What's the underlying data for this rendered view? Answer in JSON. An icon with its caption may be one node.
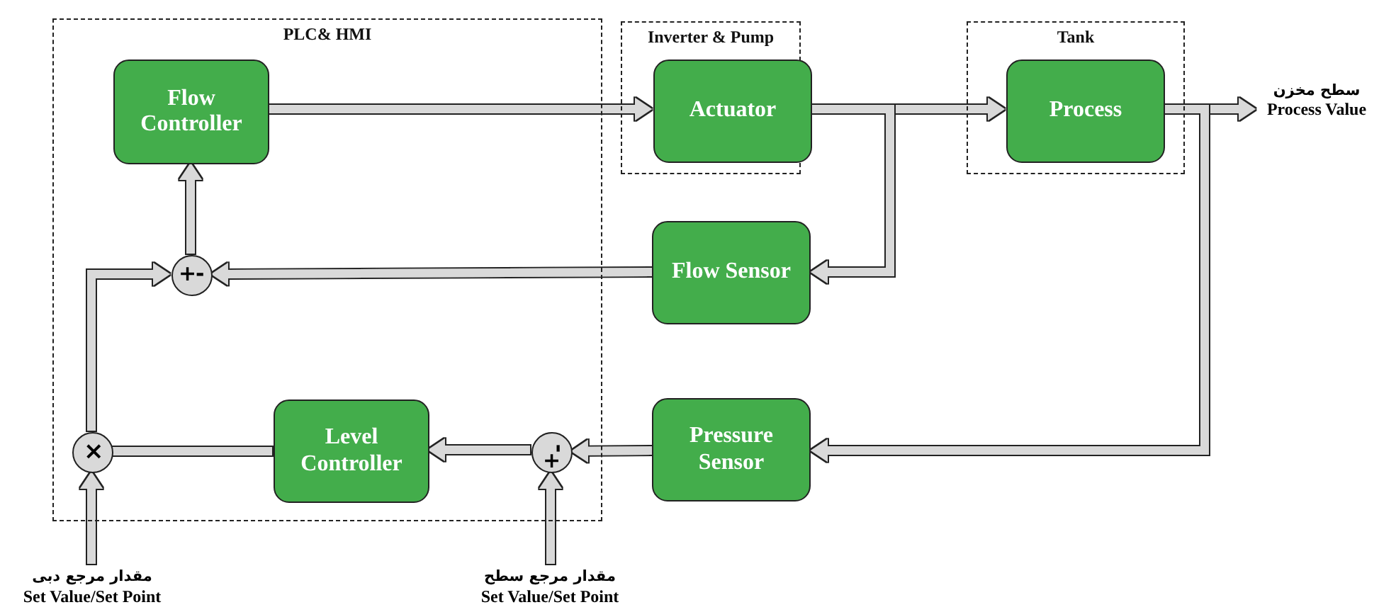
{
  "diagram": {
    "nodes": [
      {
        "text": [
          "PLC& HMI"
        ]
      },
      {
        "text": [
          "Flow Controller"
        ],
        "in": 0
      },
      {
        "text": [
          "+",
          "-"
        ],
        "in": 0
      },
      {
        "text": [
          "×"
        ],
        "in": 0
      },
      {
        "text": [
          "Level Controller"
        ],
        "in": 0
      },
      {
        "text": [
          "+",
          "-"
        ],
        "in": 0
      },
      {
        "text": [
          "Inverter & Pump"
        ]
      },
      {
        "text": [
          "Actuator"
        ],
        "in": 6
      },
      {
        "text": [
          "Tank"
        ]
      },
      {
        "text": [
          "Process"
        ],
        "in": 8
      },
      {
        "text": [
          "Flow Sensor"
        ]
      },
      {
        "text": [
          "Pressure Sensor"
        ]
      },
      {
        "text": [
          "سطح مخزن",
          "Process Value"
        ]
      },
      {
        "text": [
          "مقدار مرجع دبی",
          "Set Value/Set Point"
        ]
      },
      {
        "text": [
          "مقدار مرجع سطح",
          "Set Value/Set Point"
        ]
      }
    ],
    "edges": [
      {
        "from": 1,
        "to": 7,
        "arrow": "to"
      },
      {
        "from": 7,
        "to": 9,
        "arrow": "to"
      },
      {
        "from": 9,
        "to": 12,
        "arrow": "to"
      },
      {
        "from": 7,
        "to": 10,
        "arrow": "to"
      },
      {
        "from": 9,
        "to": 11,
        "arrow": "to"
      },
      {
        "from": 10,
        "to": 2,
        "arrow": "to"
      },
      {
        "from": 11,
        "to": 5,
        "arrow": "to"
      },
      {
        "from": 5,
        "to": 4,
        "arrow": "to"
      },
      {
        "from": 4,
        "to": 3,
        "arrow": "none"
      },
      {
        "from": 3,
        "to": 2,
        "arrow": "to"
      },
      {
        "from": 2,
        "to": 1,
        "arrow": "to"
      },
      {
        "from": 13,
        "to": 3,
        "arrow": "to"
      },
      {
        "from": 14,
        "to": 5,
        "arrow": "to"
      }
    ]
  }
}
